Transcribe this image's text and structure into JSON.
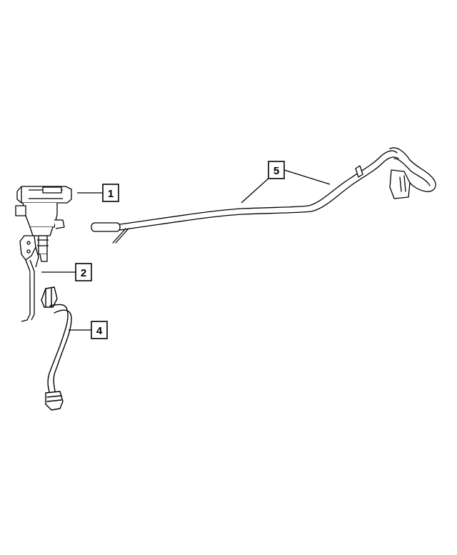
{
  "callouts": [
    {
      "id": "1",
      "label": "1"
    },
    {
      "id": "2",
      "label": "2"
    },
    {
      "id": "4",
      "label": "4"
    },
    {
      "id": "5",
      "label": "5"
    }
  ]
}
